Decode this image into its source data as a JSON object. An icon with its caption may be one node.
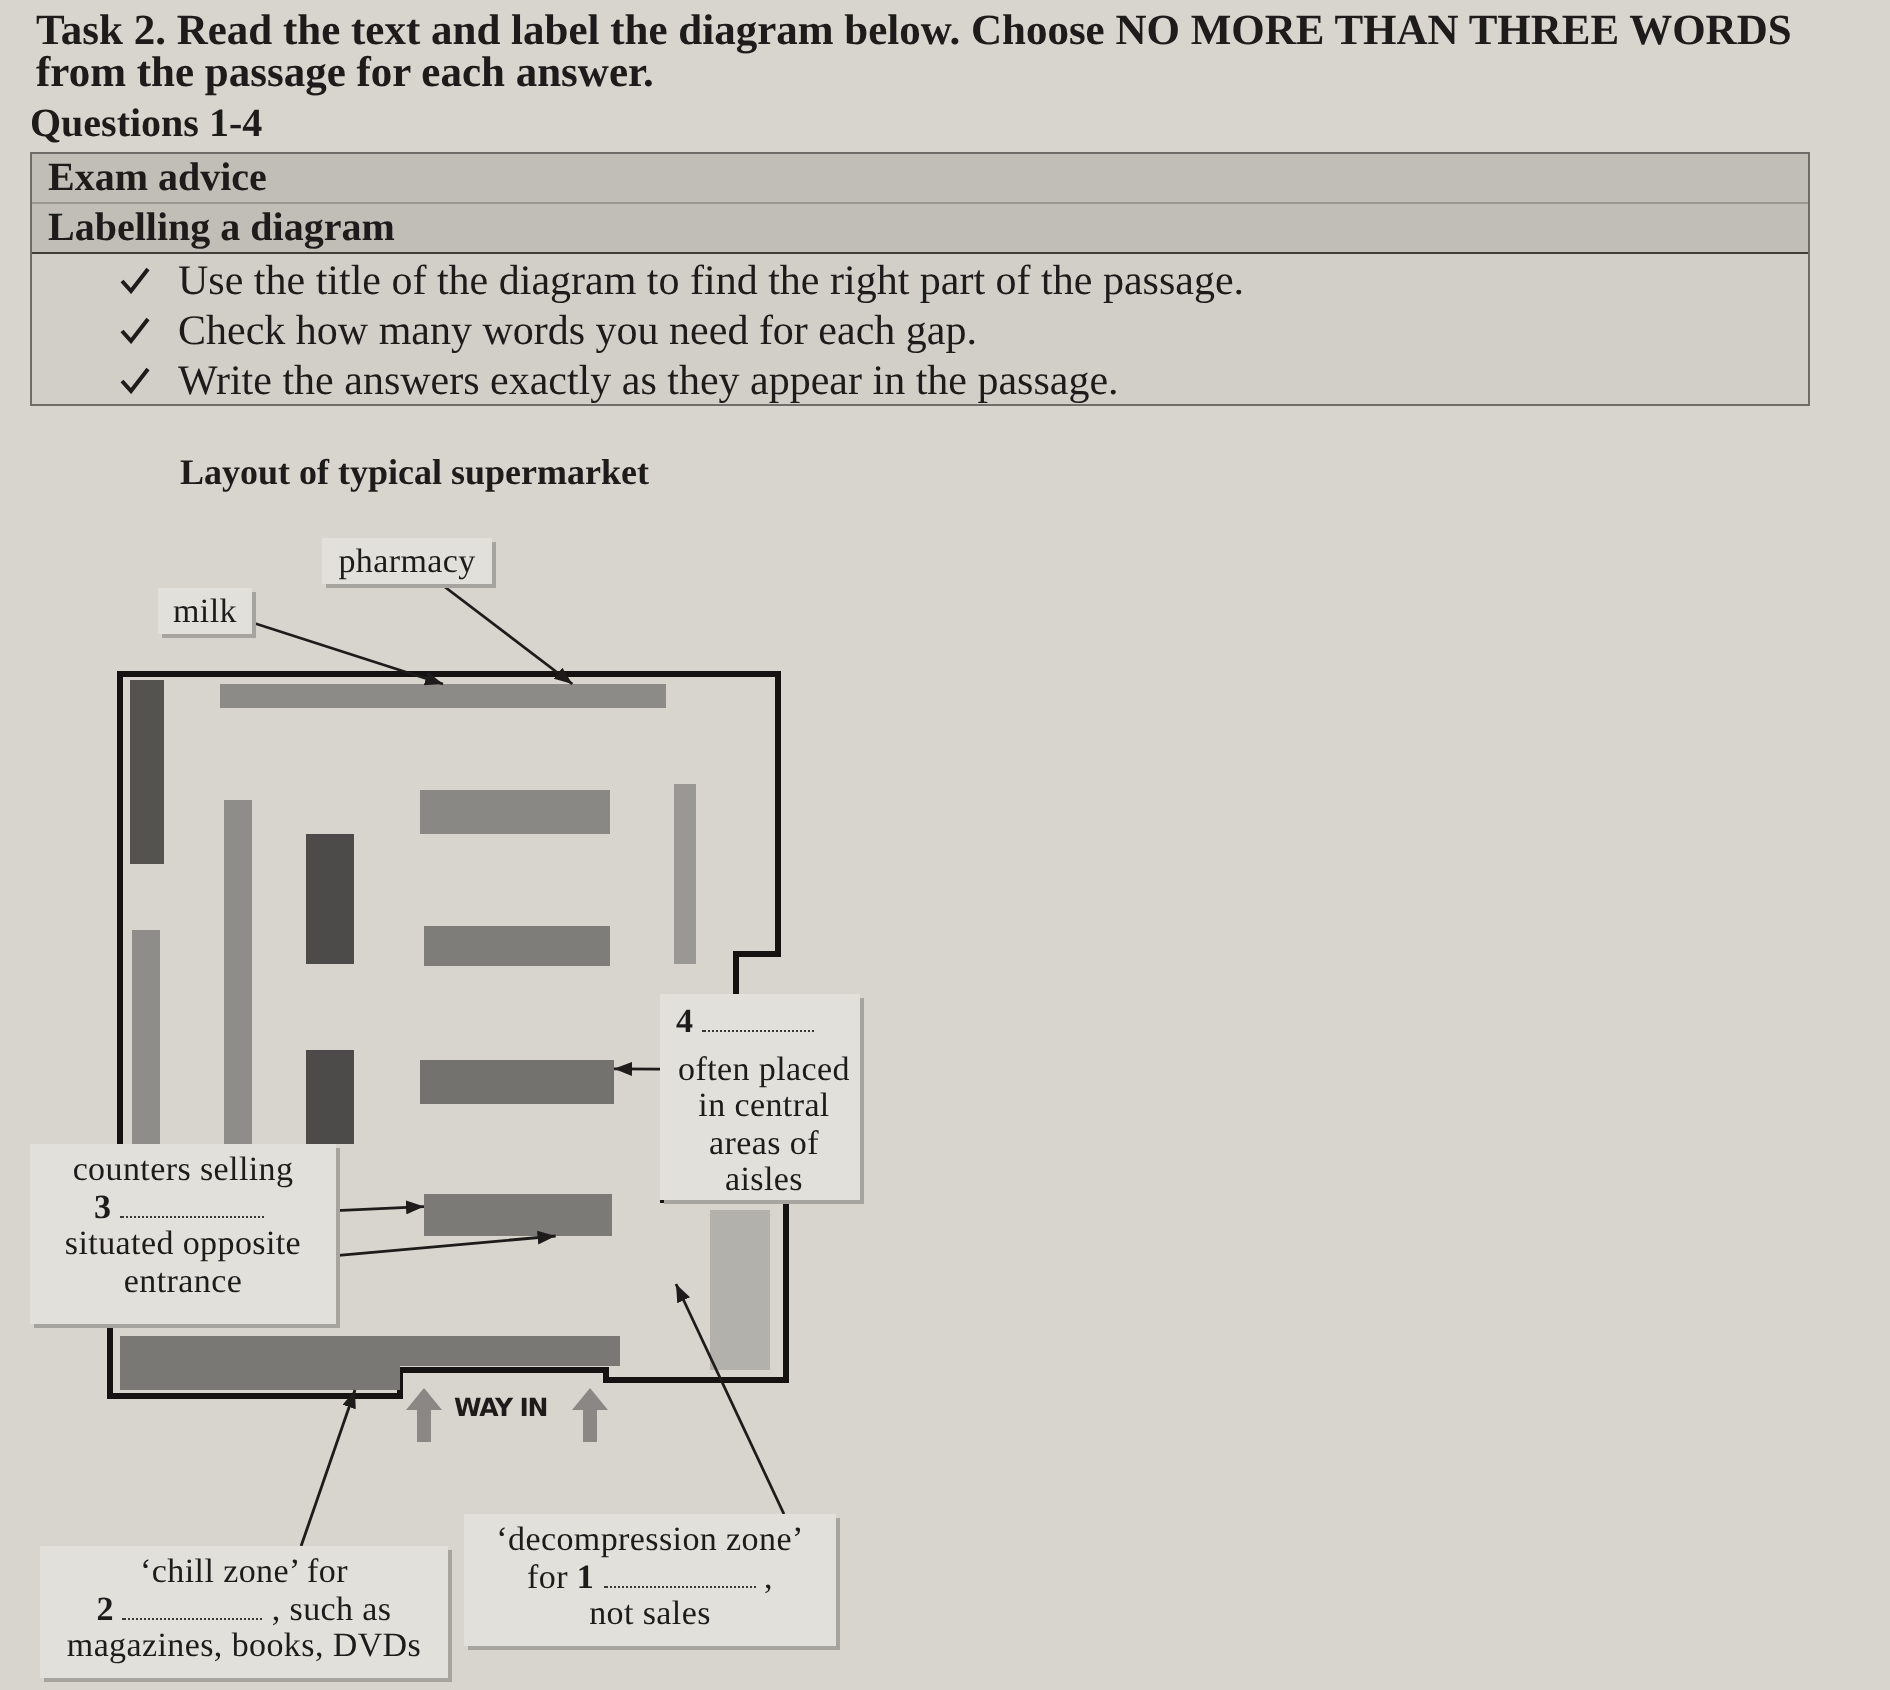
{
  "diagram": {
    "title": "Layout of typical supermarket",
    "nodes": [
      {
        "text": [
          "Exam advice",
          "Labelling a diagram",
          "Use the title of the diagram to find the right part of the passage.",
          "Check how many words you need for each gap.",
          "Write the answers exactly as they appear in the passage."
        ]
      },
      {
        "text": [
          "pharmacy"
        ]
      },
      {
        "text": [
          "milk"
        ]
      },
      {
        "text": [],
        "shape": "bar"
      },
      {
        "text": [
          "4",
          "often placed in central areas of aisles"
        ]
      },
      {
        "text": [],
        "shape": "bar"
      },
      {
        "text": [
          "counters selling",
          "3",
          "situated opposite entrance"
        ]
      },
      {
        "text": [],
        "shape": "bar"
      },
      {
        "text": [],
        "shape": "bar"
      },
      {
        "text": [
          "‘chill zone’ for",
          "2",
          ", such as",
          "magazines, books, DVDs"
        ]
      },
      {
        "text": [
          "‘decompression zone’",
          "for **1**",
          ",",
          "not sales"
        ]
      }
    ],
    "edges": [
      {
        "from": 2,
        "to": 3,
        "arrow": "to"
      },
      {
        "from": 1,
        "to": 3,
        "arrow": "to"
      },
      {
        "from": 4,
        "to": 5,
        "arrow": "to"
      },
      {
        "from": 6,
        "to": 7,
        "arrow": "to"
      },
      {
        "from": 6,
        "to": 7,
        "arrow": "to"
      },
      {
        "from": 9,
        "to": 8,
        "arrow": "to"
      },
      {
        "from": 10,
        "to": null,
        "arrow": "to"
      }
    ],
    "labels": [
      "Task 2. Read the text and label the diagram below. Choose NO MORE THAN THREE WORDS from the passage for each answer.",
      "Questions 1-4",
      "WAY IN"
    ]
  }
}
